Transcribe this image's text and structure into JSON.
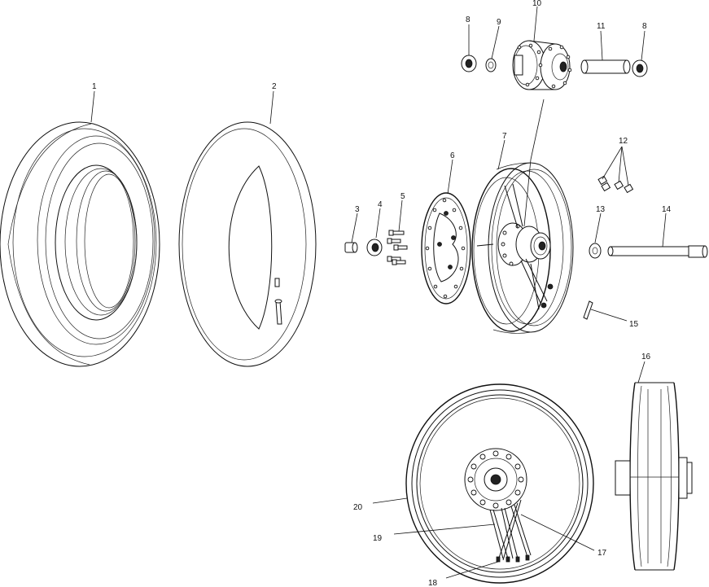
{
  "labels": {
    "l1": "1",
    "l2": "2",
    "l3": "3",
    "l4": "4",
    "l5": "5",
    "l6": "6",
    "l7": "7",
    "l8a": "8",
    "l8b": "8",
    "l9": "9",
    "l10": "10",
    "l11": "11",
    "l12": "12",
    "l13": "13",
    "l14": "14",
    "l15": "15",
    "l16": "16",
    "l17": "17",
    "l18": "18",
    "l19": "19",
    "l20": "20"
  }
}
